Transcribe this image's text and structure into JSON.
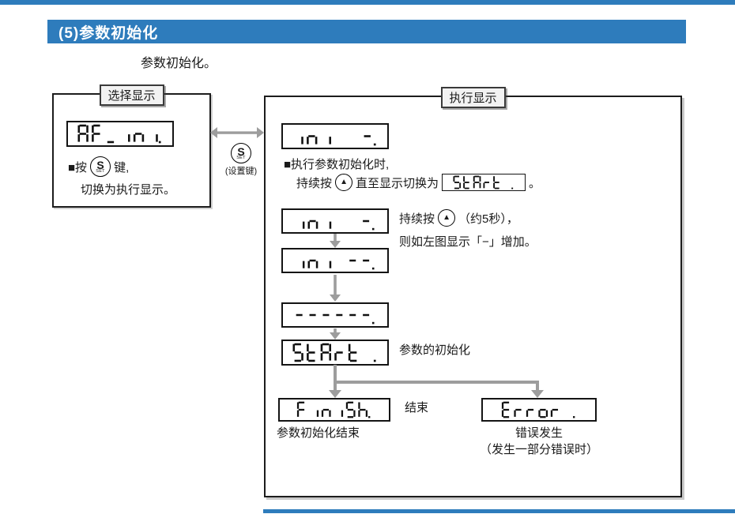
{
  "colors": {
    "accent": "#2e7cbc",
    "arrow": "#9d9d9d",
    "display_ink": "#111111"
  },
  "icons": {
    "set_key": "S",
    "set_key_sub": "SET",
    "up_key": "▲"
  },
  "header": {
    "title": "(5)参数初始化"
  },
  "intro": "参数初始化。",
  "select_panel": {
    "title": "选择显示",
    "display": {
      "chars": "AF_ini",
      "dot": true
    },
    "line1_pre": "■按",
    "line1_post": "键,",
    "line2": "切换为执行显示。"
  },
  "connector": {
    "label": "(设置键)"
  },
  "exec_panel": {
    "title": "执行显示",
    "display_top": {
      "chars": "ini  -",
      "dot": true
    },
    "note1": "■执行参数初始化时,",
    "note2_pre": "持续按",
    "note2_mid": "直至显示切换为",
    "note2_end": "。",
    "inline_display": {
      "chars": "StArt ",
      "dot": true
    },
    "step2": {
      "chars": "ini  -",
      "dot": true
    },
    "step3": {
      "chars": "ini --",
      "dot": true
    },
    "step4": {
      "chars": "------",
      "dot": true
    },
    "step5": {
      "chars": "StArt ",
      "dot": true
    },
    "hold_note1_pre": "持续按",
    "hold_note1_post": "（约5秒），",
    "hold_note2": "则如左图显示「−」增加。",
    "start_label": "参数的初始化",
    "finish_display": {
      "chars": "FiniSh",
      "dot": true
    },
    "finish_label": "结束",
    "finish_caption": "参数初始化结束",
    "error_display": {
      "chars": "Error ",
      "dot": true
    },
    "error_caption1": "错误发生",
    "error_caption2": "（发生一部分错误时）"
  }
}
